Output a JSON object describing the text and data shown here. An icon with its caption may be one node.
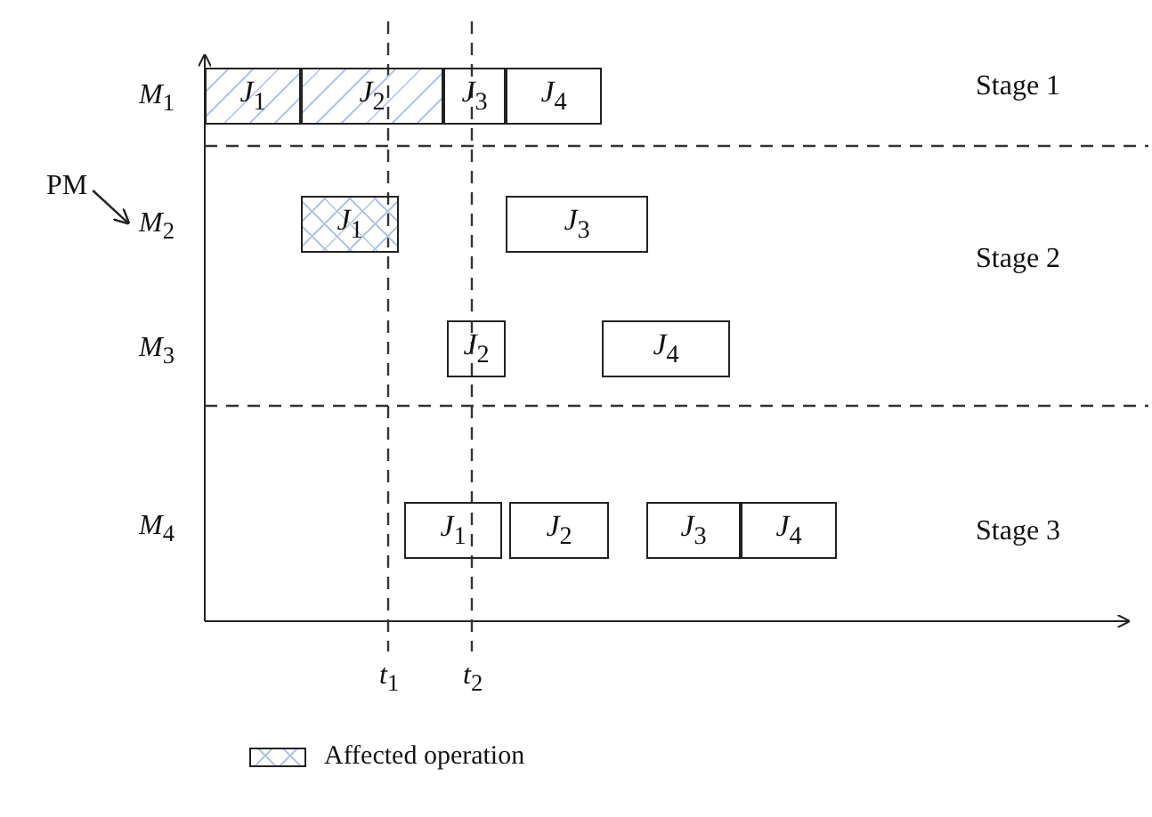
{
  "diagram": {
    "nodes": [
      {
        "text": [
          "*J*$_{1}$"
        ]
      },
      {
        "text": [
          "*J*$_{2}$"
        ]
      },
      {
        "text": [
          "*J*$_{3}$"
        ]
      },
      {
        "text": [
          "*J*$_{4}$"
        ]
      },
      {
        "text": [
          "PM"
        ]
      },
      {
        "text": [
          "*M*$_{2}$"
        ]
      },
      {
        "text": [
          "*J*$_{1}$"
        ]
      },
      {
        "text": [
          "*J*$_{3}$"
        ]
      },
      {
        "text": [
          "*J*$_{2}$"
        ]
      },
      {
        "text": [
          "*J*$_{4}$"
        ]
      },
      {
        "text": [
          "*J*$_{1}$"
        ]
      },
      {
        "text": [
          "*J*$_{2}$"
        ]
      },
      {
        "text": [
          "*J*$_{3}$"
        ]
      },
      {
        "text": [
          "*J*$_{4}$"
        ]
      }
    ],
    "edges": [
      {
        "from": 4,
        "to": 5,
        "arrow": "to"
      }
    ],
    "labels": [
      "*M*$_{1}$",
      "Stage 1",
      "Stage 2",
      "*M*$_{3}$",
      "*M*$_{4}$",
      "Stage 3",
      "*t*$_{1}$",
      "*t*$_{2}$"
    ],
    "legend": [
      {
        "text": "Affected operation"
      }
    ]
  }
}
